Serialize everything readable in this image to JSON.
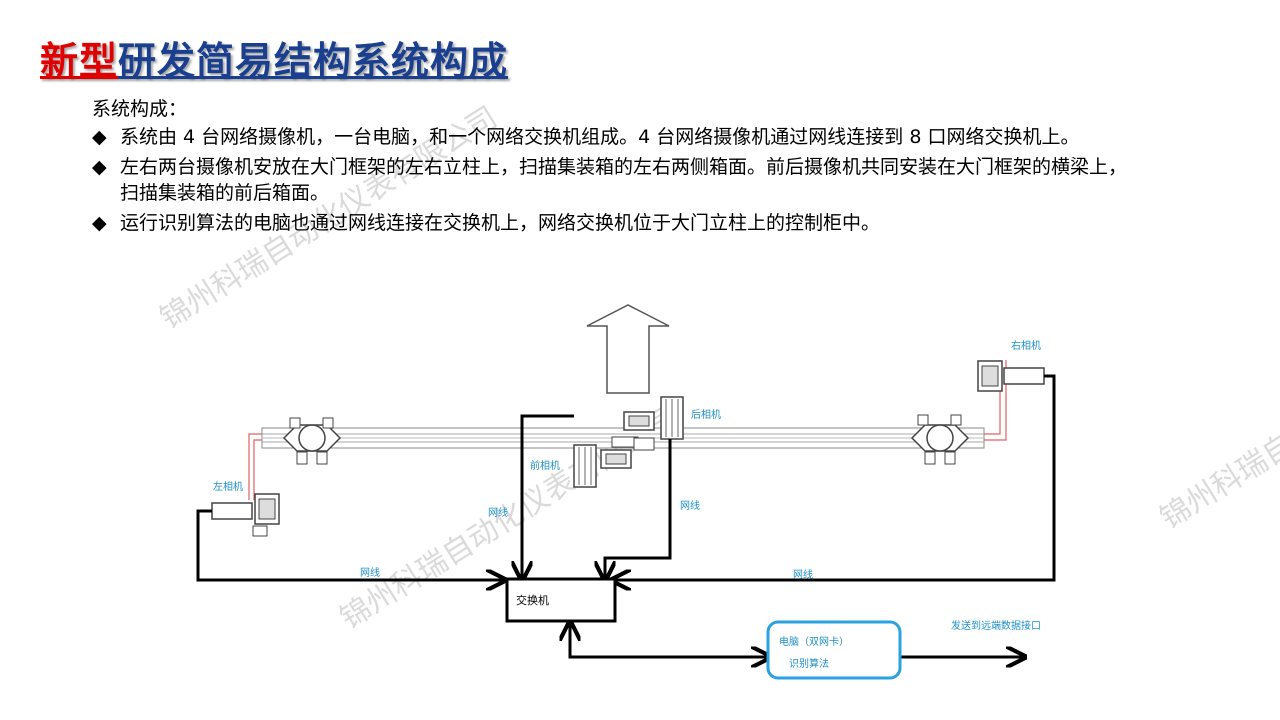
{
  "slide": {
    "title_red": "新型",
    "title_blue": "研发简易结构系统构成",
    "subtitle": "系统构成：",
    "bullet_symbol": "◆",
    "bullets": [
      "系统由 4 台网络摄像机，一台电脑，和一个网络交换机组成。4 台网络摄像机通过网线连接到 8 口网络交换机上。",
      "左右两台摄像机安放在大门框架的左右立柱上，扫描集装箱的左右两侧箱面。前后摄像机共同安装在大门框架的横梁上，扫描集装箱的前后箱面。",
      "运行识别算法的电脑也通过网线连接在交换机上，网络交换机位于大门立柱上的控制柜中。"
    ]
  },
  "diagram": {
    "camera_left": "左相机",
    "camera_right": "右相机",
    "camera_front": "前相机",
    "camera_back": "后相机",
    "cable": "网线",
    "switch": "交换机",
    "computer_line1": "电脑（双网卡）",
    "computer_line2": "识别算法",
    "output_label": "发送到远端数据接口"
  },
  "watermark": "锦州科瑞自动化仪表有限公司",
  "colors": {
    "title_red": "#e00000",
    "title_blue": "#1a3f8f",
    "label_blue": "#1e90c8",
    "computer_border": "#29a3e0",
    "rail_red": "#e06060"
  }
}
